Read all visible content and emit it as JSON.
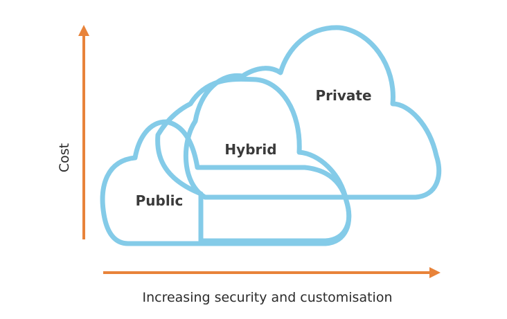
{
  "diagram": {
    "clouds": {
      "public": "Public",
      "hybrid": "Hybrid",
      "private": "Private"
    },
    "axes": {
      "y_label": "Cost",
      "x_label": "Increasing security and customisation"
    }
  },
  "colors": {
    "cloud_outline": "#84CBE8",
    "axis_arrow": "#E8833A",
    "label_text": "#3a3a3a",
    "axis_text": "#2b2b2b"
  }
}
